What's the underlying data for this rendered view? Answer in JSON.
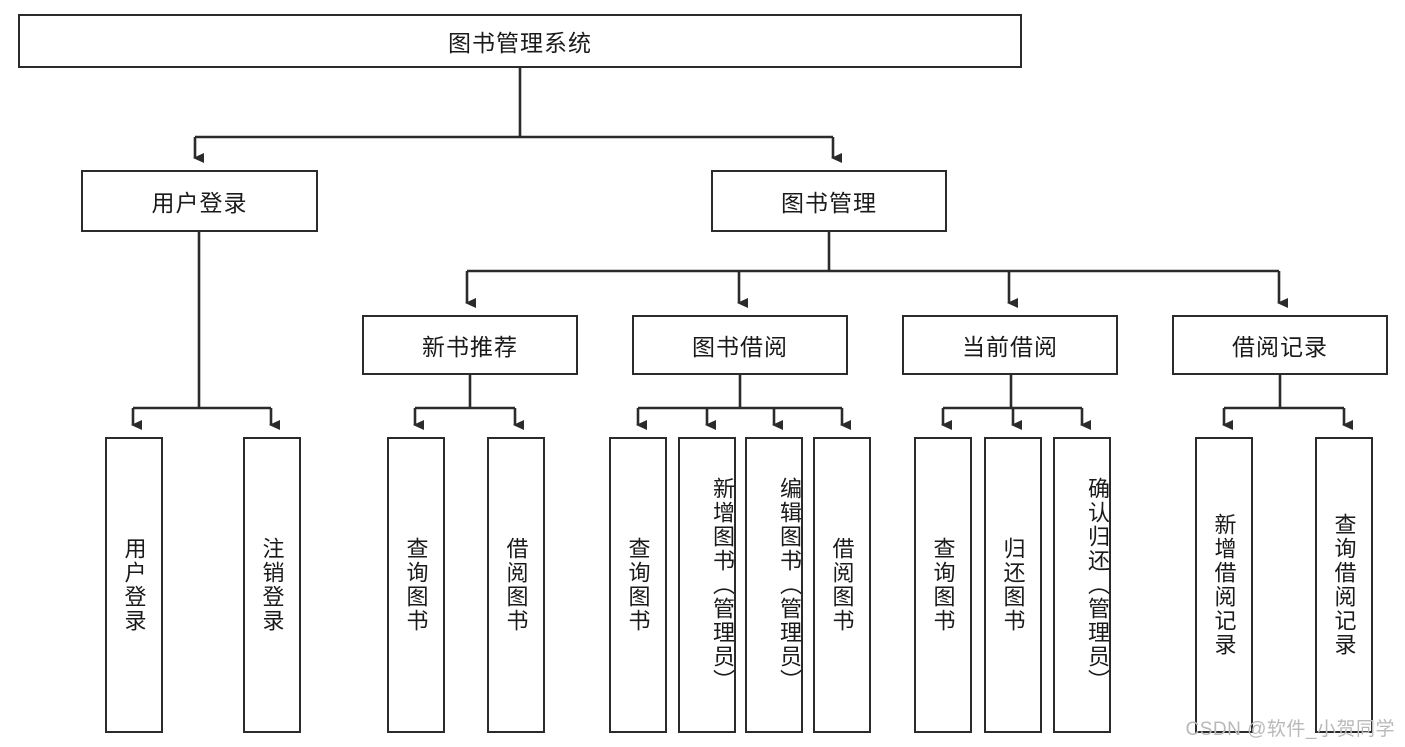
{
  "diagram": {
    "type": "tree-hierarchy-chart",
    "title": "图书管理系统",
    "watermark": "CSDN @软件_小贺同学",
    "colors": {
      "box_border": "#2b2b2b",
      "box_fill": "#ffffff",
      "connector": "#2b2b2b",
      "text": "#1a1a1a",
      "watermark": "#b9b9b9"
    },
    "root": {
      "label": "图书管理系统"
    },
    "level2": [
      {
        "label": "用户登录"
      },
      {
        "label": "图书管理"
      }
    ],
    "level3": [
      {
        "label": "新书推荐"
      },
      {
        "label": "图书借阅"
      },
      {
        "label": "当前借阅"
      },
      {
        "label": "借阅记录"
      }
    ],
    "leaves": {
      "user_login": [
        {
          "label": "用户登录"
        },
        {
          "label": "注销登录"
        }
      ],
      "new_book_recommend": [
        {
          "label": "查询图书"
        },
        {
          "label": "借阅图书"
        }
      ],
      "book_borrow": [
        {
          "label": "查询图书"
        },
        {
          "label": "新增图书（管理员）"
        },
        {
          "label": "编辑图书（管理员）"
        },
        {
          "label": "借阅图书"
        }
      ],
      "current_borrow": [
        {
          "label": "查询图书"
        },
        {
          "label": "归还图书"
        },
        {
          "label": "确认归还（管理员）"
        }
      ],
      "borrow_record": [
        {
          "label": "新增借阅记录"
        },
        {
          "label": "查询借阅记录"
        }
      ]
    }
  }
}
